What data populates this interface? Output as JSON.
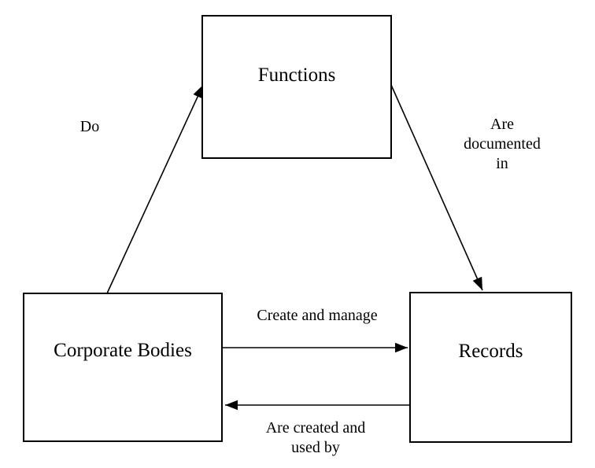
{
  "diagram": {
    "background_color": "#ffffff",
    "line_color": "#000000",
    "text_color": "#000000",
    "nodes": [
      {
        "id": "functions",
        "label": "Functions"
      },
      {
        "id": "corporate-bodies",
        "label": "Corporate Bodies"
      },
      {
        "id": "records",
        "label": "Records"
      }
    ],
    "edges": [
      {
        "from": "corporate-bodies",
        "to": "functions",
        "label": "Do"
      },
      {
        "from": "functions",
        "to": "records",
        "label": "Are documented in"
      },
      {
        "from": "corporate-bodies",
        "to": "records",
        "label": "Create and manage"
      },
      {
        "from": "records",
        "to": "corporate-bodies",
        "label": "Are created and\nused by"
      }
    ]
  }
}
